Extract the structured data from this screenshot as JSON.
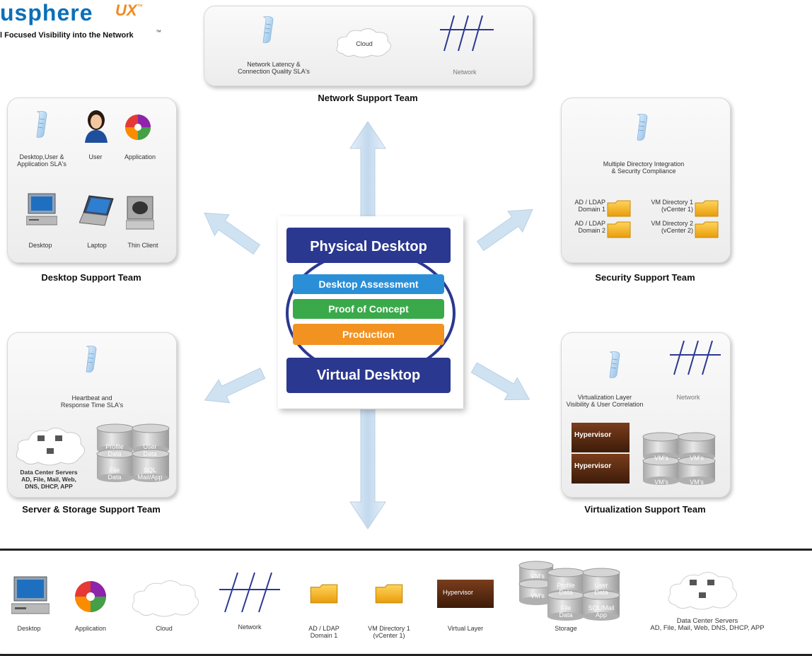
{
  "brand": {
    "name": "usphere",
    "suffix": "UX",
    "tm": "™",
    "tagline": "l Focused Visibility into the Network",
    "tagline_tm": "™"
  },
  "center": {
    "physical": "Physical Desktop",
    "assessment": "Desktop Assessment",
    "poc": "Proof of Concept",
    "production": "Production",
    "virtual": "Virtual Desktop"
  },
  "network_team": {
    "title": "Network Support Team",
    "sla": [
      "Network Latency &",
      "Connection Quality SLA's"
    ],
    "cloud": "Cloud",
    "network": "Network"
  },
  "desktop_team": {
    "title": "Desktop Support Team",
    "sla": [
      "Desktop,User &",
      "Application SLA's"
    ],
    "user": "User",
    "application": "Application",
    "desktop": "Desktop",
    "laptop": "Laptop",
    "thin_client": "Thin Client"
  },
  "security_team": {
    "title": "Security Support Team",
    "desc": [
      "Multiple Directory Integration",
      "& Security Compliance"
    ],
    "ad1": [
      "AD / LDAP",
      "Domain 1"
    ],
    "ad2": [
      "AD / LDAP",
      "Domain 2"
    ],
    "vm1": [
      "VM Directory 1",
      "(vCenter 1)"
    ],
    "vm2": [
      "VM Directory 2",
      "(vCenter 2)"
    ]
  },
  "server_team": {
    "title": "Server & Storage Support Team",
    "sla": [
      "Heartbeat and",
      "Response Time SLA's"
    ],
    "servers": [
      "Data Center Servers",
      "AD, File, Mail, Web,",
      "DNS, DHCP, APP"
    ],
    "cyl": {
      "profile": [
        "Profile",
        "Data"
      ],
      "user": [
        "User",
        "Data"
      ],
      "file": [
        "File",
        "Data"
      ],
      "sql": [
        "SQL",
        "Mail/App"
      ]
    }
  },
  "virt_team": {
    "title": "Virtualization Support Team",
    "desc": [
      "Virtualization Layer",
      "Visibility & User Correlation"
    ],
    "network": "Network",
    "hypervisor": "Hypervisor",
    "vms": "VM's"
  },
  "legend": {
    "desktop": "Desktop",
    "application": "Application",
    "cloud": "Cloud",
    "network": "Network",
    "ad": [
      "AD / LDAP",
      "Domain 1"
    ],
    "vm": [
      "VM Directory 1",
      "(vCenter 1)"
    ],
    "virtual_layer": "Virtual Layer",
    "hypervisor": "Hypervisor",
    "storage": "Storage",
    "vms": "VM's",
    "servers": [
      "Data Center Servers",
      "AD, File, Mail, Web, DNS, DHCP, APP"
    ],
    "cyl": {
      "profile": [
        "Profile",
        "Data"
      ],
      "user": [
        "User",
        "Data"
      ],
      "file": [
        "File",
        "Data"
      ],
      "sql": [
        "SQL/Mail",
        "App"
      ]
    }
  },
  "colors": {
    "physical": "#2b3890",
    "assessment": "#2b8fd8",
    "poc": "#3aa94a",
    "production": "#f29220",
    "virtual": "#2b3890",
    "arrow": "#cfe2f2",
    "brand": "#0b6fb8",
    "brand_ux": "#f08a1f",
    "folder": "#f5b41c",
    "hypervisor": "#5a2c14"
  }
}
